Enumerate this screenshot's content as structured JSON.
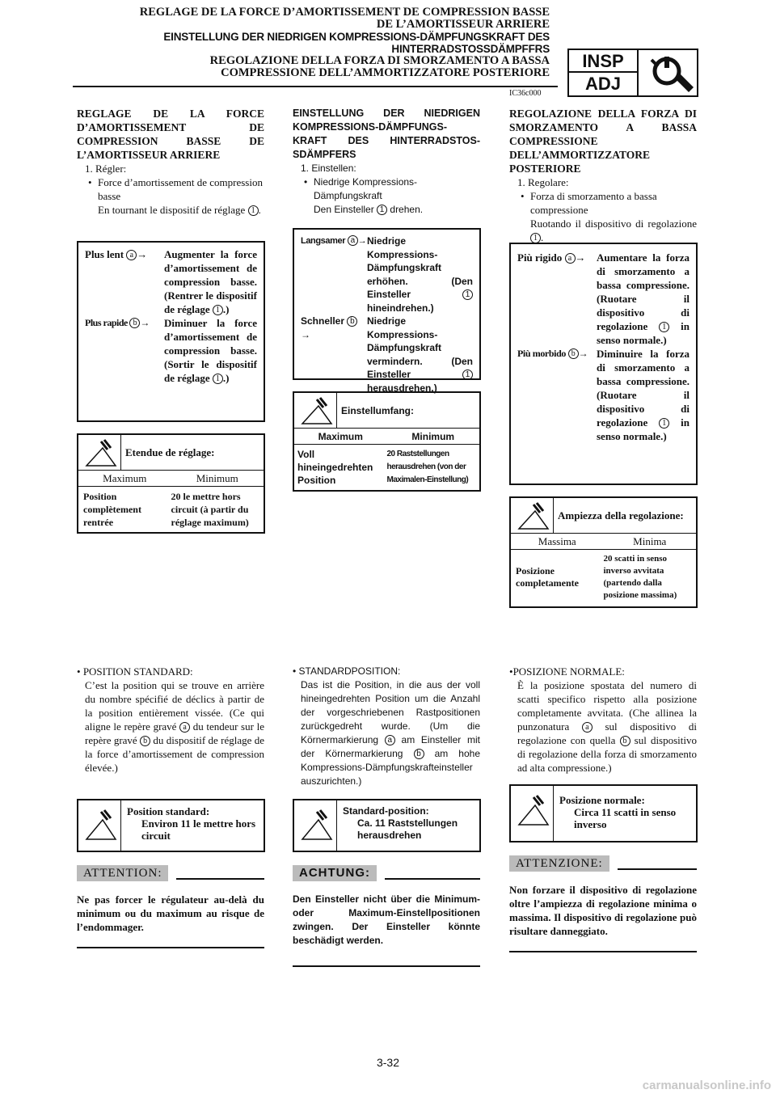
{
  "header": {
    "fr_line1": "REGLAGE DE LA FORCE D’AMORTISSEMENT DE COMPRESSION BASSE",
    "fr_line2": "DE L’AMORTISSEUR ARRIERE",
    "de_line1": "EINSTELLUNG DER NIEDRIGEN KOMPRESSIONS-DÄMPFUNGSKRAFT DES",
    "de_line2": "HINTERRADSTOSSDÄMPFFRS",
    "it_line1": "REGOLAZIONE DELLA FORZA DI SMORZAMENTO A BASSA",
    "it_line2": "COMPRESSIONE DELL’AMMORTIZZATORE POSTERIORE",
    "badge_top": "INSP",
    "badge_bottom": "ADJ",
    "badge_icon": "wrench-gauge-icon",
    "section_code": "IC36c000"
  },
  "fr": {
    "title": "REGLAGE DE LA FORCE D’AMORTISSEMENT DE COMPRESSION BASSE DE L’AMORTISSEUR ARRIERE",
    "step": "1. Régler:",
    "bullet": "Force d’amortissement de compression basse",
    "instr": "En tournant le dispositif de réglage",
    "k1": "Plus lent",
    "v1a": "Augmenter la force d’amortissement de compression basse. (Rentrer le dispositif de réglage",
    "v1b": ".)",
    "k2": "Plus rapide",
    "v2a": "Diminuer la force d’amortissement de compression basse. (Sortir le dispositif de réglage",
    "v2b": ".)",
    "spec_label": "Etendue de réglage:",
    "col_max": "Maximum",
    "col_min": "Minimum",
    "val_max": "Position complètement rentrée",
    "val_min": "20 le mettre hors circuit (à partir du réglage maximum)",
    "std_title": "POSITION STANDARD:",
    "std_a": "C’est la position qui se trouve en arrière du nombre spécifié de déclics à partir de la position entièrement vissée. (Ce qui aligne le repère gravé",
    "std_b": "du tendeur sur le repère gravé",
    "std_c": "du dispositif de réglage de la force d’amortissement de compression élevée.)",
    "note_label": "Position standard:",
    "note_value": "Environ 11 le mettre hors circuit",
    "caution_head": "ATTENTION:",
    "caution_body": "Ne pas forcer le régulateur au-delà du minimum ou du maximum au risque de l’endommager."
  },
  "de": {
    "title": "EINSTELLUNG DER NIEDRIGEN KOMPRESSIONS-DÄMPFUNGS-KRAFT DES HINTERRADSTOS-SDÄMPFERS",
    "step": "1. Einstellen:",
    "bullet": "Niedrige Kompressions-Dämpfungskraft",
    "instr_a": "Den Einsteller",
    "instr_b": "drehen.",
    "k1": "Langsamer",
    "v1a": "Niedrige Kompressions-Dämpfungskraft erhöhen. (Den Einsteller",
    "v1b": "hineindrehen.)",
    "k2": "Schneller",
    "v2a": "Niedrige Kompressions-Dämpfungskraft vermindern. (Den Einsteller",
    "v2b": "herausdrehen.)",
    "spec_label": "Einstellumfang:",
    "col_max": "Maximum",
    "col_min": "Minimum",
    "val_max": "Voll hineingedrehten Position",
    "val_min": "20 Raststellungen herausdrehen (von der Maximalen-Einstellung)",
    "std_title": "STANDARDPOSITION:",
    "std_a": "Das ist die Position, in die aus der voll hineingedrehten Position um die Anzahl der vorgeschriebenen Rastpositionen zurückgedreht wurde. (Um die Körnermarkierung",
    "std_b": "am Einsteller mit der Körnermarkierung",
    "std_c": "am hohe Kompressions-Dämpfungskrafteinsteller auszurichten.)",
    "note_label": "Standard-position:",
    "note_value": "Ca. 11 Raststellungen herausdrehen",
    "caution_head": "ACHTUNG:",
    "caution_body": "Den Einsteller nicht über die Minimum-oder Maximum-Einstellpositionen zwingen. Der Einsteller könnte beschädigt werden."
  },
  "it": {
    "title": "REGOLAZIONE DELLA FORZA DI SMORZAMENTO A BASSA COMPRESSIONE DELL’AMMORTIZZATORE POSTERIORE",
    "step": "1. Regolare:",
    "bullet": "Forza di smorzamento a bassa compressione",
    "instr": "Ruotando il dispositivo di regolazione",
    "k1": "Più rigido",
    "v1a": "Aumentare la forza di smorzamento a bassa compressione. (Ruotare il dispositivo di regolazione",
    "v1b": "in senso normale.)",
    "k2": "Più morbido",
    "v2a": "Diminuire la forza di smorzamento a bassa compressione. (Ruotare il dispositivo di regolazione",
    "v2b": "in senso normale.)",
    "spec_label": "Ampiezza della regolazione:",
    "col_max": "Massima",
    "col_min": "Minima",
    "val_max": "Posizione completamente",
    "val_min": "20 scatti in senso inverso avvitata (partendo dalla posizione massima)",
    "std_title": "POSIZIONE NORMALE:",
    "std_a": "È la posizione spostata del numero di scatti specifico rispetto alla posizione completamente avvitata. (Che allinea la punzonatura",
    "std_b": "sul dispositivo di regolazione con quella",
    "std_c": "sul dispositivo di regolazione della forza di smorzamento ad alta compressione.)",
    "note_label": "Posizione normale:",
    "note_value": "Circa 11 scatti in senso inverso",
    "caution_head": "ATTENZIONE:",
    "caution_body": "Non forzare il dispositivo di regolazione oltre l’ampiezza di regolazione minima o massima. Il dispositivo di regolazione può risultare danneggiato."
  },
  "markers": {
    "one": "1",
    "a": "a",
    "b": "b",
    "arrow": "→",
    "bullet": "•"
  },
  "page_number": "3-32",
  "watermark": "carmanualsonline.info"
}
